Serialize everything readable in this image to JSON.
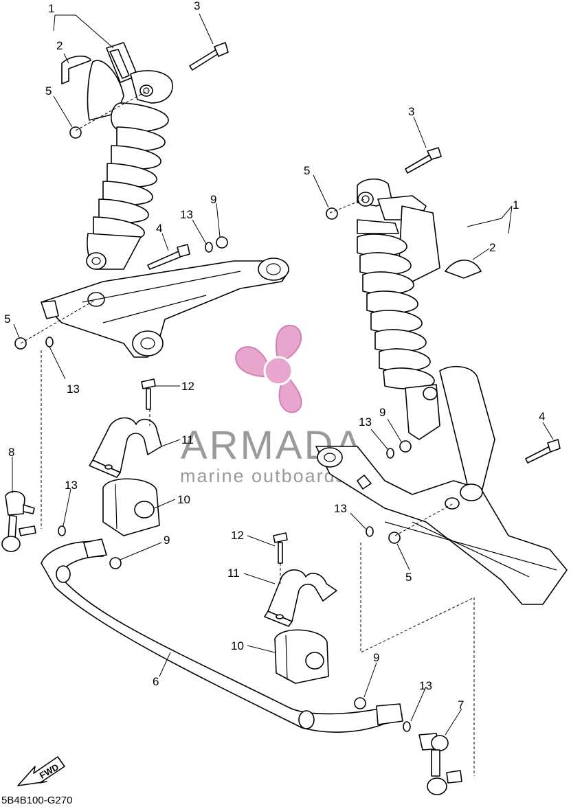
{
  "diagram": {
    "code": "5B4B100-G270",
    "fwd_label": "FWD",
    "watermark": {
      "title": "ARMADA",
      "subtitle": "marine outboards",
      "accent_color": "#e8a6cf"
    },
    "callouts": [
      {
        "id": "c1a",
        "label": "1"
      },
      {
        "id": "c2a",
        "label": "2"
      },
      {
        "id": "c3a",
        "label": "3"
      },
      {
        "id": "c5a",
        "label": "5"
      },
      {
        "id": "c13a",
        "label": "13"
      },
      {
        "id": "c9a",
        "label": "9"
      },
      {
        "id": "c4a",
        "label": "4"
      },
      {
        "id": "c5b",
        "label": "5"
      },
      {
        "id": "c13b",
        "label": "13"
      },
      {
        "id": "c12a",
        "label": "12"
      },
      {
        "id": "c11a",
        "label": "11"
      },
      {
        "id": "c8",
        "label": "8"
      },
      {
        "id": "c13c",
        "label": "13"
      },
      {
        "id": "c10a",
        "label": "10"
      },
      {
        "id": "c9b",
        "label": "9"
      },
      {
        "id": "c3b",
        "label": "3"
      },
      {
        "id": "c5c",
        "label": "5"
      },
      {
        "id": "c1b",
        "label": "1"
      },
      {
        "id": "c2b",
        "label": "2"
      },
      {
        "id": "c13d",
        "label": "13"
      },
      {
        "id": "c9c",
        "label": "9"
      },
      {
        "id": "c4b",
        "label": "4"
      },
      {
        "id": "c13e",
        "label": "13"
      },
      {
        "id": "c5d",
        "label": "5"
      },
      {
        "id": "c12b",
        "label": "12"
      },
      {
        "id": "c11b",
        "label": "11"
      },
      {
        "id": "c10b",
        "label": "10"
      },
      {
        "id": "c6",
        "label": "6"
      },
      {
        "id": "c9d",
        "label": "9"
      },
      {
        "id": "c13f",
        "label": "13"
      },
      {
        "id": "c7",
        "label": "7"
      }
    ]
  }
}
